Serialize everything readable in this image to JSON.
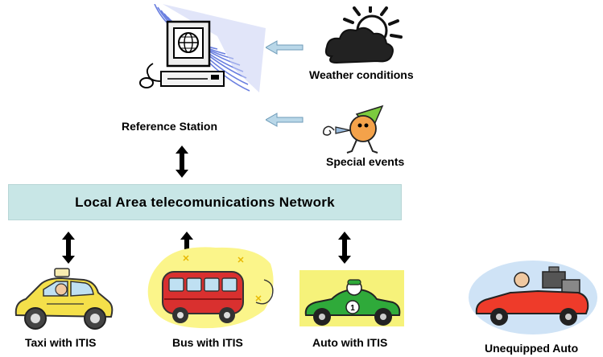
{
  "labels": {
    "reference_station": "Reference Station",
    "weather": "Weather conditions",
    "special_events": "Special events",
    "network": "Local Area telecomunications Network",
    "taxi": "Taxi with ITIS",
    "bus": "Bus with ITIS",
    "auto": "Auto with ITIS",
    "unequipped": "Unequipped Auto"
  },
  "colors": {
    "network_band": "#c8e6e6",
    "arrow_black": "#000000",
    "input_arrow": "#b9d7e8",
    "sky_stripes": "#6a7fe0",
    "cloud": "#222222",
    "sun_rays": "#111111",
    "taxi_body": "#f4e04a",
    "bus_body": "#d9302f",
    "bus_background": "#fbf58a",
    "auto_body": "#2faa3a",
    "auto_background": "#f6f27a",
    "unequipped_body": "#ee3b2a",
    "unequipped_background": "#cfe3f6"
  },
  "icons": {
    "reference_station": "computer-terminal-icon",
    "weather": "sun-cloud-icon",
    "special_events": "party-character-icon",
    "taxi": "taxi-car-icon",
    "bus": "bus-icon",
    "auto": "race-car-icon",
    "unequipped": "convertible-car-icon"
  }
}
